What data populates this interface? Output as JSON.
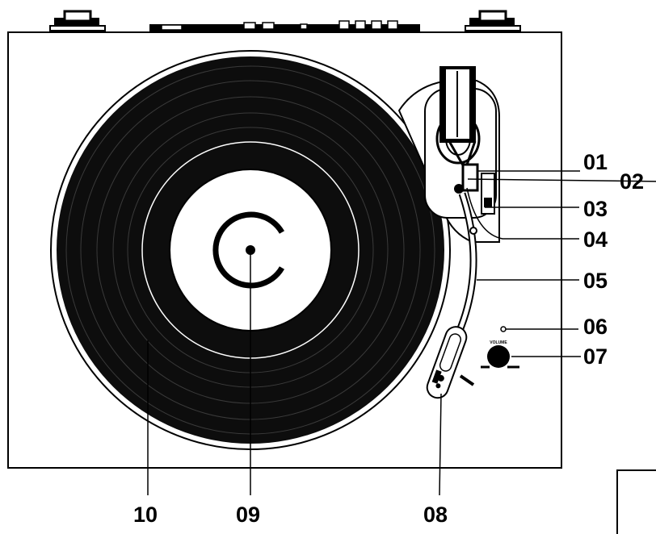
{
  "callouts": [
    {
      "id": "01",
      "label": "01"
    },
    {
      "id": "02",
      "label": "02"
    },
    {
      "id": "03",
      "label": "03"
    },
    {
      "id": "04",
      "label": "04"
    },
    {
      "id": "05",
      "label": "05"
    },
    {
      "id": "06",
      "label": "06"
    },
    {
      "id": "07",
      "label": "07"
    },
    {
      "id": "08",
      "label": "08"
    },
    {
      "id": "09",
      "label": "09"
    },
    {
      "id": "10",
      "label": "10"
    }
  ],
  "knob_caption": "VOLUME",
  "colors": {
    "line": "#000000",
    "record": "#0d0d0d",
    "background": "#ffffff"
  }
}
